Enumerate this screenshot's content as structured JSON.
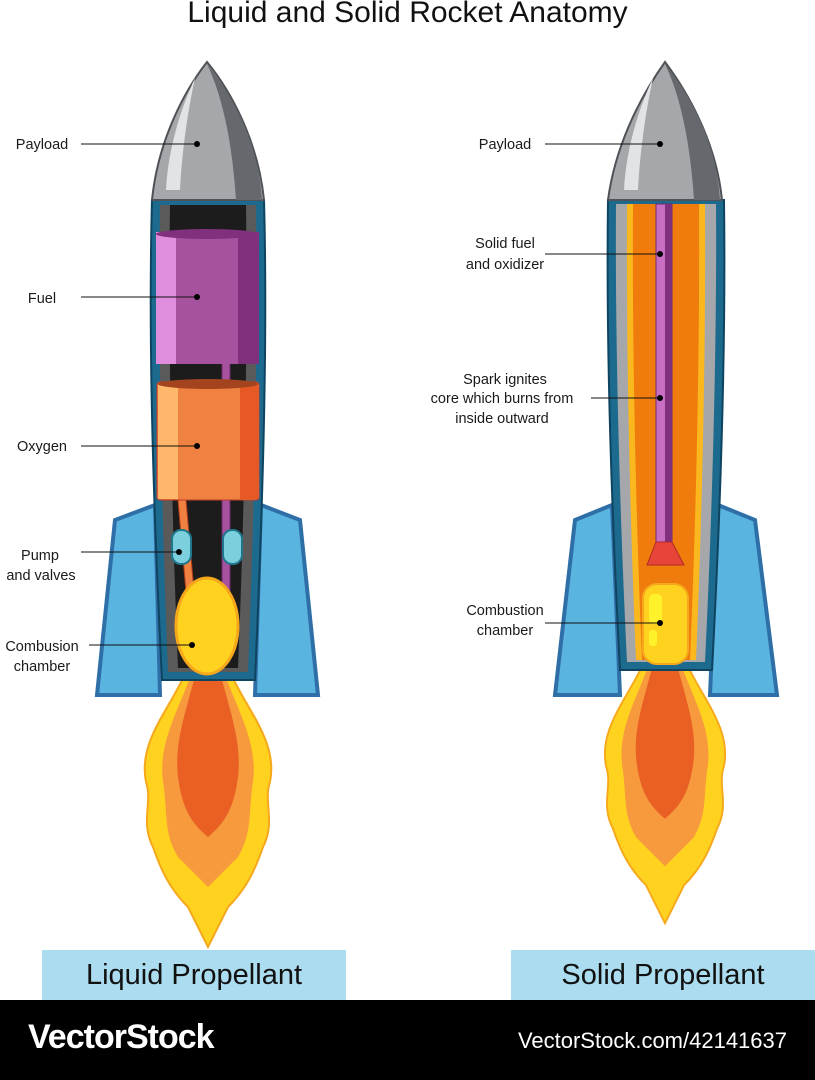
{
  "title": "Liquid and Solid Rocket Anatomy",
  "liquid": {
    "caption": "Liquid Propellant",
    "labels": {
      "payload": [
        "Payload"
      ],
      "fuel": [
        "Fuel"
      ],
      "oxygen": [
        "Oxygen"
      ],
      "pump": [
        "Pump",
        "and valves"
      ],
      "combustion": [
        "Combusion",
        "chamber"
      ]
    }
  },
  "solid": {
    "caption": "Solid Propellant",
    "labels": {
      "payload": [
        "Payload"
      ],
      "fuel": [
        "Solid fuel",
        "and oxidizer"
      ],
      "spark": [
        "Spark ignites",
        "core which burns from",
        "inside outward"
      ],
      "combustion": [
        "Combustion",
        "chamber"
      ]
    }
  },
  "footer": {
    "brand": "VectorStock",
    "url": "VectorStock.com/42141637"
  },
  "colors": {
    "fin": "#5ab4e0",
    "body": "#1d6a8f",
    "fuel": "#a6529f",
    "oxygen": "#ef8240",
    "flame": "#ffd21f",
    "caption_bg": "#acdcef"
  }
}
